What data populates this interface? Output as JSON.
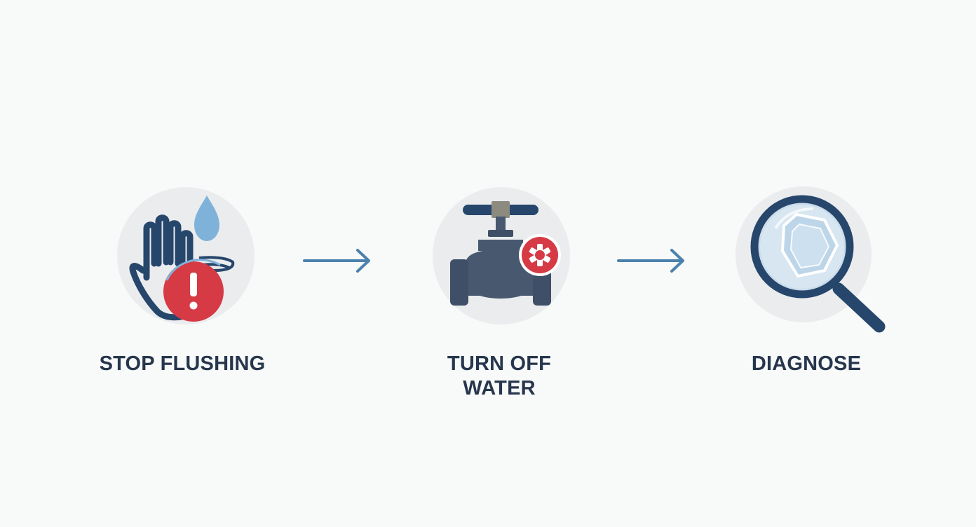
{
  "steps": [
    {
      "label": "STOP FLUSHING",
      "icon": "stop-hand-icon"
    },
    {
      "label": "TURN OFF\nWATER",
      "icon": "water-valve-icon"
    },
    {
      "label": "DIAGNOSE",
      "icon": "magnifying-glass-icon"
    }
  ],
  "colors": {
    "background": "#f8f9f9",
    "circle": "#ebecee",
    "navy": "#26466b",
    "slate": "#48586f",
    "red": "#d63a45",
    "light_blue": "#7fb2d9",
    "arrow": "#4b82ad",
    "label": "#26364d"
  }
}
